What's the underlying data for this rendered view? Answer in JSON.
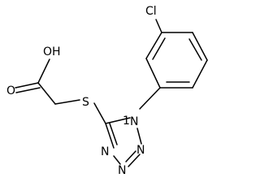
{
  "molecule": {
    "atoms": {
      "chlorine": "Cl",
      "hydroxyl": "OH",
      "carbonyl_oxygen": "O",
      "sulfur": "S",
      "n1": "N",
      "n2": "N",
      "n3": "N",
      "n4": "N",
      "n1_locant": "1"
    }
  }
}
